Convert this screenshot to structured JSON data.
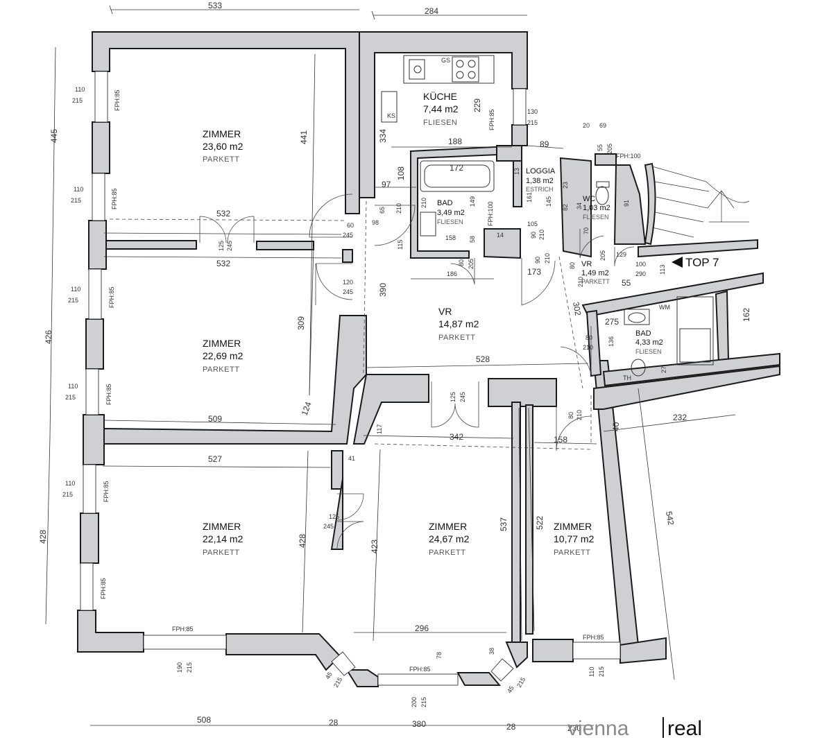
{
  "unit_label": "TOP 7",
  "logo": {
    "left": "vienna",
    "right": "real"
  },
  "rooms": {
    "zimmer1": {
      "name": "ZIMMER",
      "area": "23,60 m2",
      "floor": "PARKETT"
    },
    "zimmer2": {
      "name": "ZIMMER",
      "area": "22,69 m2",
      "floor": "PARKETT"
    },
    "zimmer3": {
      "name": "ZIMMER",
      "area": "22,14 m2",
      "floor": "PARKETT"
    },
    "zimmer4": {
      "name": "ZIMMER",
      "area": "24,67 m2",
      "floor": "PARKETT"
    },
    "zimmer5": {
      "name": "ZIMMER",
      "area": "10,77 m2",
      "floor": "PARKETT"
    },
    "kueche": {
      "name": "KÜCHE",
      "area": "7,44 m2",
      "floor": "FLIESEN"
    },
    "vr": {
      "name": "VR",
      "area": "14,87 m2",
      "floor": "PARKETT"
    },
    "bad1": {
      "name": "BAD",
      "area": "3,49 m2",
      "floor": "FLIESEN"
    },
    "loggia": {
      "name": "LOGGIA",
      "area": "1,38 m2",
      "floor": "ESTRICH"
    },
    "wc": {
      "name": "WC",
      "area": "1,03 m2",
      "floor": "FLIESEN"
    },
    "vr2": {
      "name": "VR",
      "area": "1,49 m2",
      "floor": "PARKETT"
    },
    "bad2": {
      "name": "BAD",
      "area": "4,33 m2",
      "floor": "FLIESEN"
    }
  },
  "fixture_labels": {
    "gs": "GS",
    "ks": "KS",
    "wm": "WM",
    "th": "TH"
  },
  "dims": [
    "533",
    "284",
    "445",
    "426",
    "428",
    "441",
    "309",
    "428",
    "423",
    "537",
    "522",
    "542",
    "532",
    "532",
    "509",
    "527",
    "342",
    "158",
    "296",
    "528",
    "390",
    "334",
    "229",
    "188",
    "172",
    "97",
    "108",
    "89",
    "508",
    "28",
    "380",
    "28",
    "230",
    "FPH:85",
    "FPH:85",
    "FPH:85",
    "FPH:85",
    "FPH:85",
    "FPH:85",
    "FPH:85",
    "FPH:85",
    "FPH:85",
    "FPH:85",
    "FPH:100",
    "FPH:100",
    "110",
    "215",
    "110",
    "215",
    "110",
    "215",
    "110",
    "215",
    "110",
    "215",
    "130",
    "215",
    "20",
    "69",
    "55",
    "205",
    "60",
    "245",
    "120",
    "245",
    "125",
    "245",
    "125",
    "245",
    "125",
    "245",
    "98",
    "115",
    "65",
    "210",
    "210",
    "149",
    "58",
    "14",
    "158",
    "80",
    "205",
    "186",
    "161",
    "145",
    "105",
    "90",
    "210",
    "90",
    "210",
    "173",
    "82",
    "23",
    "91",
    "70",
    "205",
    "129",
    "100",
    "290",
    "113",
    "55",
    "210",
    "80",
    "302",
    "275",
    "162",
    "136",
    "80",
    "210",
    "80",
    "210",
    "27",
    "40",
    "232",
    "124",
    "117",
    "41",
    "78",
    "38",
    "190",
    "215",
    "200",
    "215",
    "45",
    "215",
    "45",
    "215",
    "110",
    "215",
    "13",
    "34"
  ]
}
